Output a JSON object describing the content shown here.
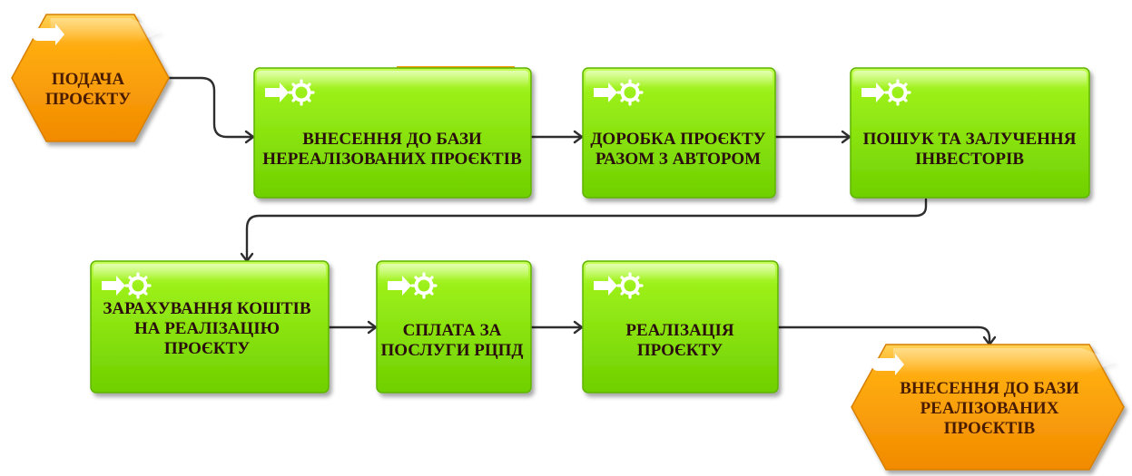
{
  "colors": {
    "event_fill": "#f5a000",
    "event_stroke": "#d67f00",
    "function_fill": "#86e300",
    "function_stroke": "#5fb300",
    "connector": "#2e2e2e",
    "text": "#2a0f0f"
  },
  "nodes": [
    {
      "id": "start",
      "kind": "event",
      "icon": "arrow-icon",
      "lines": [
        "ПОДАЧА",
        "ПРОЄКТУ"
      ]
    },
    {
      "id": "f1",
      "kind": "function",
      "icon": "arrow-gear-icon",
      "lines": [
        "ВНЕСЕННЯ ДО БАЗИ",
        "НЕРЕАЛІЗОВАНИХ ПРОЄКТІВ"
      ]
    },
    {
      "id": "f2",
      "kind": "function",
      "icon": "arrow-gear-icon",
      "lines": [
        "ДОРОБКА ПРОЄКТУ",
        "РАЗОМ З АВТОРОМ"
      ]
    },
    {
      "id": "f3",
      "kind": "function",
      "icon": "arrow-gear-icon",
      "lines": [
        "ПОШУК ТА ЗАЛУЧЕННЯ",
        "ІНВЕСТОРІВ"
      ]
    },
    {
      "id": "f4",
      "kind": "function",
      "icon": "arrow-gear-icon",
      "lines": [
        "ЗАРАХУВАННЯ КОШТІВ",
        "НА РЕАЛІЗАЦІЮ",
        "ПРОЄКТУ"
      ]
    },
    {
      "id": "f5",
      "kind": "function",
      "icon": "arrow-gear-icon",
      "lines": [
        "СПЛАТА ЗА",
        "ПОСЛУГИ РЦПД"
      ]
    },
    {
      "id": "f6",
      "kind": "function",
      "icon": "arrow-gear-icon",
      "lines": [
        "РЕАЛІЗАЦІЯ",
        "ПРОЄКТУ"
      ]
    },
    {
      "id": "end",
      "kind": "event",
      "icon": "arrow-icon",
      "lines": [
        "ВНЕСЕННЯ ДО БАЗИ",
        "РЕАЛІЗОВАНИХ",
        "ПРОЄКТІВ"
      ]
    }
  ],
  "edges": [
    {
      "from": "start",
      "to": "f1"
    },
    {
      "from": "f1",
      "to": "f2"
    },
    {
      "from": "f2",
      "to": "f3"
    },
    {
      "from": "f3",
      "to": "f4"
    },
    {
      "from": "f4",
      "to": "f5"
    },
    {
      "from": "f5",
      "to": "f6"
    },
    {
      "from": "f6",
      "to": "end"
    }
  ]
}
